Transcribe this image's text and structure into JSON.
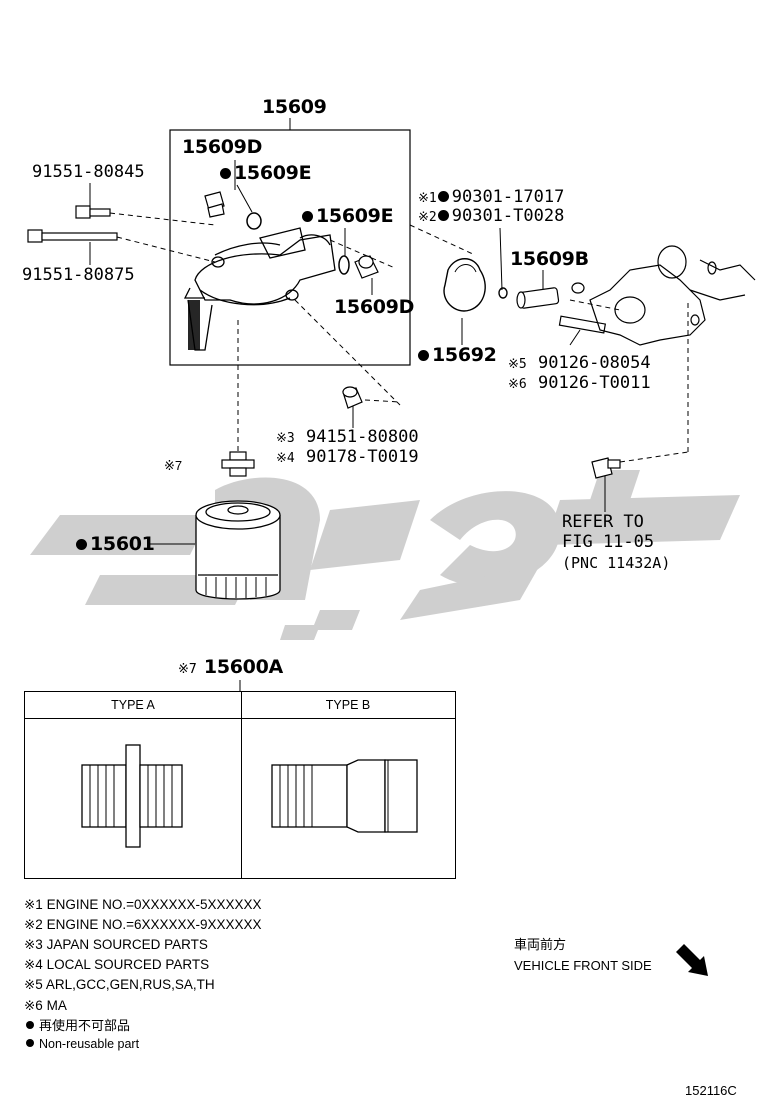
{
  "title_part": "15609",
  "labels": {
    "p15609D_top": "15609D",
    "p15609E_top": "15609E",
    "p15609E_mid": "15609E",
    "p15609D_bot": "15609D",
    "bolt_short": "91551-80845",
    "bolt_long": "91551-80875",
    "gasket_a": "90301-17017",
    "gasket_b": "90301-T0028",
    "gasket_a_mark": "※1",
    "gasket_b_mark": "※2",
    "p15609B": "15609B",
    "p15692": "15692",
    "stud_a": "90126-08054",
    "stud_b": "90126-T0011",
    "stud_a_mark": "※5",
    "stud_b_mark": "※6",
    "plug_a": "94151-80800",
    "plug_b": "90178-T0019",
    "plug_a_mark": "※3",
    "plug_b_mark": "※4",
    "union_mark": "※7",
    "filter": "15601",
    "refer_line1": "REFER TO",
    "refer_line2": "FIG 11-05",
    "refer_line3": "(PNC 11432A)",
    "union_part_mark": "※7",
    "union_part": "15600A"
  },
  "table": {
    "type_a": "TYPE A",
    "type_b": "TYPE B"
  },
  "notes": [
    "※1 ENGINE NO.=0XXXXXX-5XXXXXX",
    "※2 ENGINE NO.=6XXXXXX-9XXXXXX",
    "※3 JAPAN SOURCED PARTS",
    "※4 LOCAL SOURCED PARTS",
    "※5 ARL,GCC,GEN,RUS,SA,TH",
    "※6 MA"
  ],
  "legend": {
    "jp": "再使用不可部品",
    "en": "Non-reusable part"
  },
  "direction": {
    "jp": "車両前方",
    "en": "VEHICLE FRONT SIDE"
  },
  "figure_code": "152116C",
  "colors": {
    "ink": "#000000",
    "watermark": "#cfcfcf"
  }
}
